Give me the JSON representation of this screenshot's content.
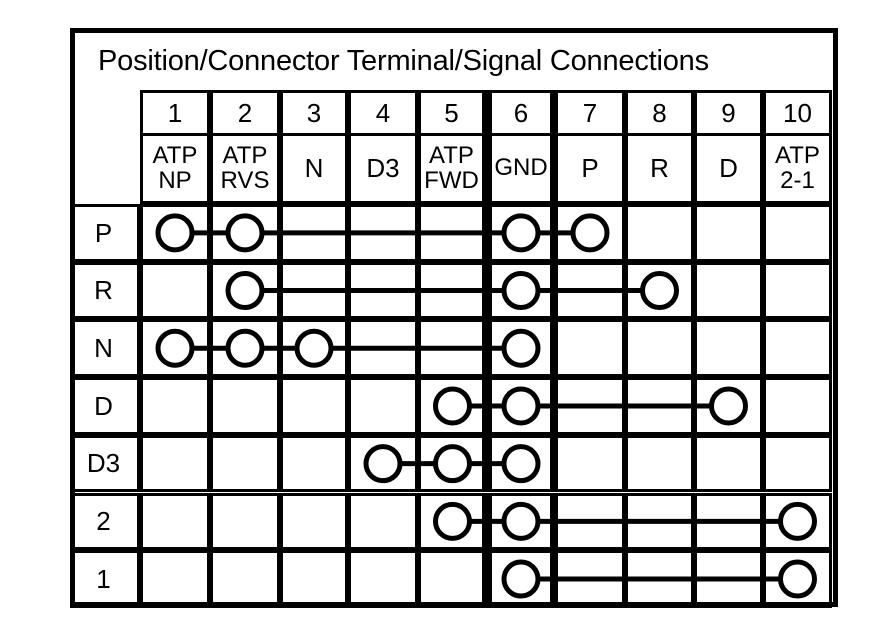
{
  "title": "Position/Connector Terminal/Signal Connections",
  "table": {
    "corner_label": "",
    "column_numbers": [
      "1",
      "2",
      "3",
      "4",
      "5",
      "6",
      "7",
      "8",
      "9",
      "10"
    ],
    "column_signals": [
      "ATP\nNP",
      "ATP\nRVS",
      "N",
      "D3",
      "ATP\nFWD",
      "GND",
      "P",
      "R",
      "D",
      "ATP\n2-1"
    ],
    "row_labels": [
      "P",
      "R",
      "N",
      "D",
      "D3",
      "2",
      "1"
    ],
    "rows": [
      {
        "label": "P",
        "nodes": [
          1,
          2,
          6,
          7
        ],
        "link": [
          1,
          7
        ]
      },
      {
        "label": "R",
        "nodes": [
          2,
          6,
          8
        ],
        "link": [
          2,
          8
        ]
      },
      {
        "label": "N",
        "nodes": [
          1,
          2,
          3,
          6
        ],
        "link": [
          1,
          6
        ]
      },
      {
        "label": "D",
        "nodes": [
          5,
          6,
          9
        ],
        "link": [
          5,
          9
        ]
      },
      {
        "label": "D3",
        "nodes": [
          4,
          5,
          6
        ],
        "link": [
          4,
          6
        ]
      },
      {
        "label": "2",
        "nodes": [
          5,
          6,
          10
        ],
        "link": [
          5,
          10
        ]
      },
      {
        "label": "1",
        "nodes": [
          6,
          10
        ],
        "link": [
          6,
          10
        ]
      }
    ]
  },
  "style": {
    "line_color": "#000000",
    "node_fill": "#ffffff",
    "background": "#ffffff"
  }
}
